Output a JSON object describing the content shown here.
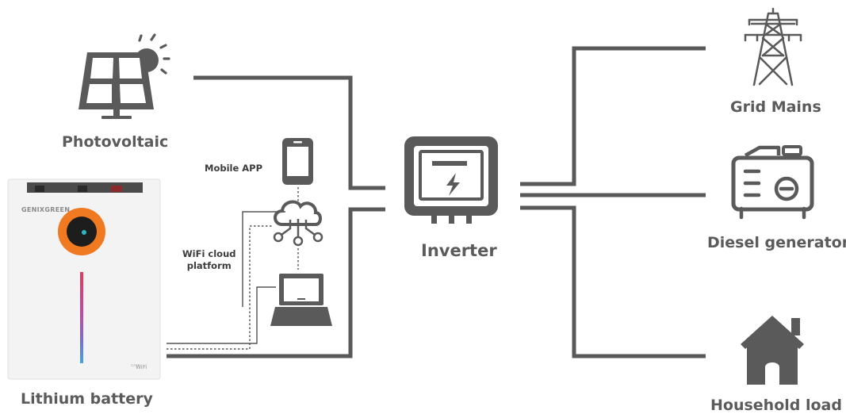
{
  "nodes": {
    "photovoltaic": "Photovoltaic",
    "lithium_battery": "Lithium battery",
    "mobile_app": "Mobile APP",
    "wifi_cloud_line1": "WiFi cloud",
    "wifi_cloud_line2": "platform",
    "inverter": "Inverter",
    "grid_mains": "Grid Mains",
    "diesel_generator": "Diesel generator",
    "household_load": "Household load"
  },
  "battery": {
    "brand": "GENIXGREEN",
    "wifi": "WiFi"
  },
  "colors": {
    "line": "#595959",
    "icon": "#5a5a5a",
    "accent_orange": "#f07a22",
    "battery_body": "#f3f3f3"
  },
  "icons": [
    "solar-panel-icon",
    "sun-icon",
    "phone-icon",
    "cloud-network-icon",
    "laptop-icon",
    "inverter-icon",
    "transmission-tower-icon",
    "generator-icon",
    "house-icon"
  ]
}
